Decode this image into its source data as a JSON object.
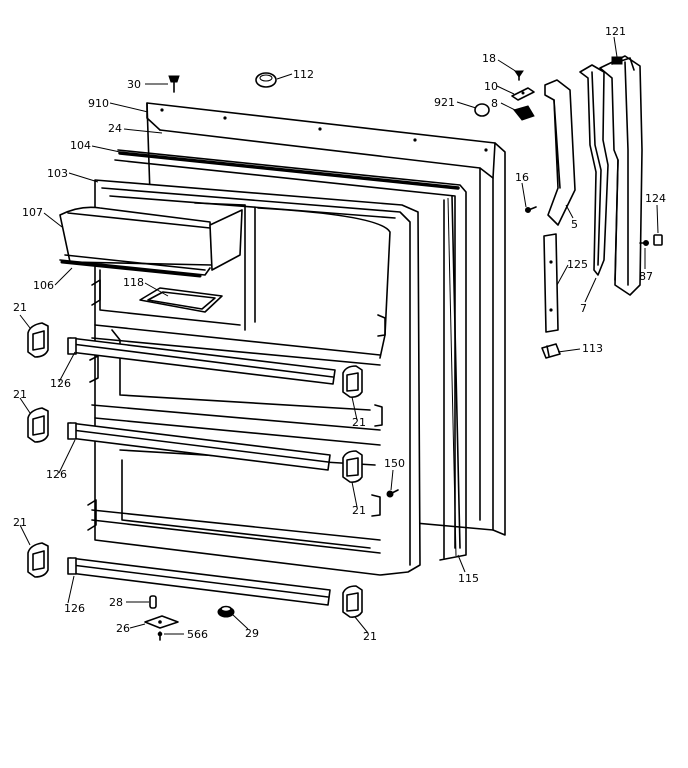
{
  "labels": {
    "l30": "30",
    "l112": "112",
    "l910": "910",
    "l24": "24",
    "l104": "104",
    "l103": "103",
    "l107": "107",
    "l106": "106",
    "l118": "118",
    "l21a": "21",
    "l21b": "21",
    "l21c": "21",
    "l21d": "21",
    "l21e": "21",
    "l21f": "21",
    "l126a": "126",
    "l126b": "126",
    "l126c": "126",
    "l150": "150",
    "l115": "115",
    "l28": "28",
    "l26": "26",
    "l566": "566",
    "l29": "29",
    "l18": "18",
    "l10": "10",
    "l8": "8",
    "l921": "921",
    "l16": "16",
    "l5": "5",
    "l121": "121",
    "l124": "124",
    "l87": "87",
    "l125": "125",
    "l7": "7",
    "l113": "113"
  }
}
